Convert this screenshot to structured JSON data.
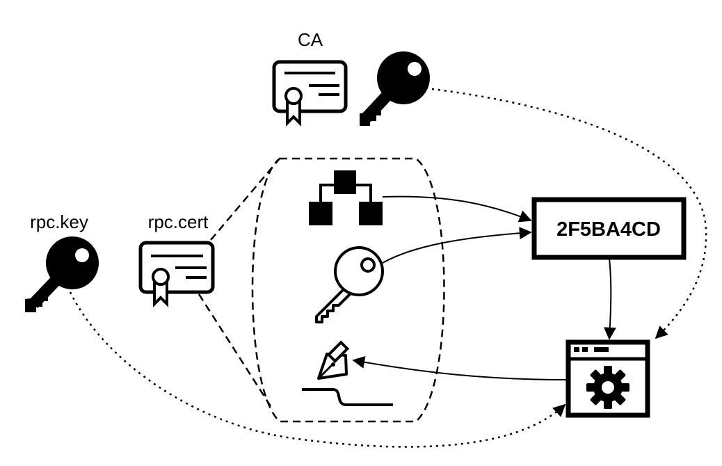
{
  "labels": {
    "ca": "CA",
    "rpc_key": "rpc.key",
    "rpc_cert": "rpc.cert"
  },
  "fingerprint": {
    "value": "2F5BA4CD"
  },
  "icons": {
    "ca_certificate": "certificate-icon",
    "ca_key": "key-icon",
    "rpc_key": "key-icon",
    "rpc_certificate": "certificate-icon",
    "hierarchy": "hierarchy-icon",
    "public_key": "key-outline-icon",
    "signature": "pen-signature-icon",
    "application": "app-window-gear-icon"
  },
  "colors": {
    "ink": "#000000",
    "background": "#ffffff"
  }
}
